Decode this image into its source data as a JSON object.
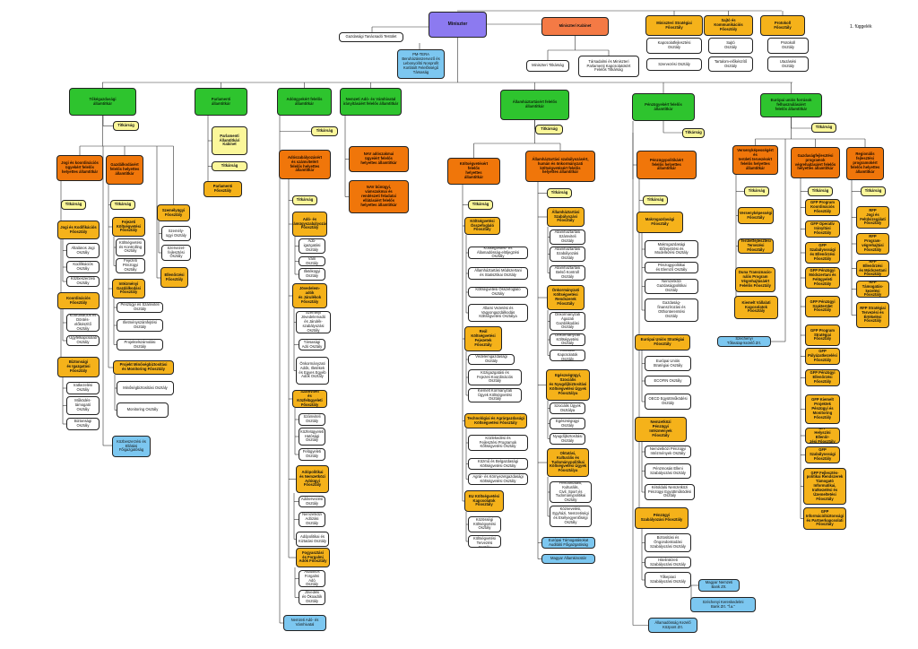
{
  "page_note": "1. függelék",
  "nodes": [
    {
      "id": "miniszter",
      "text": "Miniszter",
      "cls": "purple"
    },
    {
      "id": "kabinet",
      "text": "Miniszteri Kabinet",
      "cls": "red"
    },
    {
      "id": "strat",
      "text": "Miniszteri Stratégiai\nFőosztály",
      "cls": "gold"
    },
    {
      "id": "sajto",
      "text": "Sajtó és Kommunikációs\nFőosztály",
      "cls": "gold"
    },
    {
      "id": "protokoll",
      "text": "Protokoll\nFőosztály",
      "cls": "gold"
    },
    {
      "id": "gtt",
      "text": "Gazdasági Tanácsadó Testület",
      "cls": "white"
    },
    {
      "id": "pmtera",
      "text": "PM-TERA\nBeruházásszervező és\nLebonyolító Nonprofit\nKorlátolt Felelősségű\nTársaság",
      "cls": "blue"
    },
    {
      "id": "mtitk",
      "text": "Miniszteri Titkárság",
      "cls": "white"
    },
    {
      "id": "tarsad",
      "text": "Társadalmi és Miniszteri\nParlamenti Kapcsolatokért\nFelelős Titkárság",
      "cls": "white"
    },
    {
      "id": "kapcs",
      "text": "Kapcsolatfejlesztési\nOsztály",
      "cls": "white"
    },
    {
      "id": "szerv",
      "text": "Szervezési Osztály",
      "cls": "white"
    },
    {
      "id": "sajtoo",
      "text": "Sajtó\nOsztály",
      "cls": "white"
    },
    {
      "id": "tartalom",
      "text": "Tartalom-előkészítő\nOsztály",
      "cls": "white"
    },
    {
      "id": "protoo",
      "text": "Protokoll\nOsztály",
      "cls": "white"
    },
    {
      "id": "utazas",
      "text": "Utazásési\nOsztály",
      "cls": "white"
    },
    {
      "id": "c1",
      "text": "Tőkégazdasági\nállamtitkár",
      "cls": "green"
    },
    {
      "id": "c1t",
      "text": "Titkárság",
      "cls": "yellow"
    },
    {
      "id": "c1a",
      "text": "Jogi és koordinációs\nügyekért felelős\nhelyettes államtitkár",
      "cls": "orange"
    },
    {
      "id": "c1a_t",
      "text": "Titkárság",
      "cls": "yellow"
    },
    {
      "id": "c1a1",
      "text": "Jogi és Kodifikációs\nFőosztály",
      "cls": "gold"
    },
    {
      "id": "c1a1a",
      "text": "Általános Jogi\nOsztály",
      "cls": "white"
    },
    {
      "id": "c1a1b",
      "text": "Kodifikációs\nOsztály",
      "cls": "white"
    },
    {
      "id": "c1a1c",
      "text": "Közbeszerzési\nOsztály",
      "cls": "white"
    },
    {
      "id": "c1a2",
      "text": "Koordinációs\nFőosztály",
      "cls": "gold"
    },
    {
      "id": "c1a2a",
      "text": "Koordinációs és\nDöntés-előkészítő\nOsztály",
      "cls": "white"
    },
    {
      "id": "c1a2b",
      "text": "Ügyfélkapcsolati\nOsztály",
      "cls": "white"
    },
    {
      "id": "c1a3",
      "text": "Biztonsági\nés Igazgatási\nFőosztály",
      "cls": "gold"
    },
    {
      "id": "c1a3a",
      "text": "Iratkezelési\nOsztály",
      "cls": "white"
    },
    {
      "id": "c1a3b",
      "text": "Működés-\ntámogató\nOsztály",
      "cls": "white"
    },
    {
      "id": "c1a3c",
      "text": "Biztonsági\nOsztály",
      "cls": "white"
    },
    {
      "id": "c1b",
      "text": "Gazdálkodásért\nfelelős helyettes\nállamtitkár",
      "cls": "orange"
    },
    {
      "id": "c1b_t",
      "text": "Titkárság",
      "cls": "yellow"
    },
    {
      "id": "c1b1",
      "text": "Fejezeti\nKöltségvetési\nFőosztály",
      "cls": "gold"
    },
    {
      "id": "c1b1a",
      "text": "Költségvetési\nés Kontrolling\nOsztály",
      "cls": "white"
    },
    {
      "id": "c1b1b",
      "text": "Fejezeti\nPénzügyi\nOsztály",
      "cls": "white"
    },
    {
      "id": "c1b2",
      "text": "Intézményi\nGazdálkodási\nFőosztály",
      "cls": "gold"
    },
    {
      "id": "c1b2a",
      "text": "Pénzügyi és Számviteli\nOsztály",
      "cls": "white"
    },
    {
      "id": "c1b2b",
      "text": "Illetményszámfejtési\nOsztály",
      "cls": "white"
    },
    {
      "id": "c1b2c",
      "text": "Projektelszámolási\nOsztály",
      "cls": "white"
    },
    {
      "id": "c1b3",
      "text": "Projekt Minőségbiztosítási\nés Monitoring Főosztály",
      "cls": "gold"
    },
    {
      "id": "c1b3a",
      "text": "Minőségbiztosítási Osztály",
      "cls": "white"
    },
    {
      "id": "c1b3b",
      "text": "Monitoring Osztály",
      "cls": "white"
    },
    {
      "id": "c1c",
      "text": "Személyügyi\nFőosztály",
      "cls": "gold"
    },
    {
      "id": "c1c1",
      "text": "Személy-\nügyi Osztály",
      "cls": "white"
    },
    {
      "id": "c1c2",
      "text": "Szervezet-\nfejlesztési\nOsztály",
      "cls": "white"
    },
    {
      "id": "c1d",
      "text": "Ellenőrzési\nFőosztály",
      "cls": "gold"
    },
    {
      "id": "c1e",
      "text": "Közbeszerzési és\nEllátási\nFőigazgatóság",
      "cls": "blue"
    },
    {
      "id": "c2",
      "text": "Parlamenti\nállamtitkár",
      "cls": "green"
    },
    {
      "id": "c2k",
      "text": "Parlamenti\nÁllamtitkári\nKabinet",
      "cls": "yellow"
    },
    {
      "id": "c2t",
      "text": "Titkárság",
      "cls": "yellow"
    },
    {
      "id": "c2f",
      "text": "Parlamenti\nFőosztály",
      "cls": "gold"
    },
    {
      "id": "c3",
      "text": "Adóügyekért felelős\nállamtitkár",
      "cls": "green"
    },
    {
      "id": "c3t",
      "text": "Titkárság",
      "cls": "yellow"
    },
    {
      "id": "c3h",
      "text": "Adószabályozásért\nés számvitelért\nfelelős helyettes\nállamtitkár",
      "cls": "orange"
    },
    {
      "id": "c3h_t",
      "text": "Titkárság",
      "cls": "yellow"
    },
    {
      "id": "c3h1",
      "text": "Adó- és\nVámügyszabályozási\nFőosztály",
      "cls": "gold"
    },
    {
      "id": "c3h1a",
      "text": "Adó-\nigazgatási\nOsztály",
      "cls": "white"
    },
    {
      "id": "c3h1b",
      "text": "Vám\nOsztály",
      "cls": "white"
    },
    {
      "id": "c3h1c",
      "text": "Illetékügyi\nOsztály",
      "cls": "white"
    },
    {
      "id": "c3h2",
      "text": "Jövedelem-\nadók\nés Járulékok\nFőosztály",
      "cls": "gold"
    },
    {
      "id": "c3h2a",
      "text": "Személyi\nJövedelemadó\nés Járulék-\nszabályozási\nOsztály",
      "cls": "white"
    },
    {
      "id": "c3h2b",
      "text": "Társasági\nAdó Osztály",
      "cls": "white"
    },
    {
      "id": "c3h2c",
      "text": "Önkormányzati\nAdók, Illetékek\nés Egyes Egyéb\nAdók Osztály",
      "cls": "white"
    },
    {
      "id": "c3h3",
      "text": "Számviteli\nés Közfelügyeleti\nFőosztály",
      "cls": "gold"
    },
    {
      "id": "c3h3a",
      "text": "Számviteli\nOsztály",
      "cls": "white"
    },
    {
      "id": "c3h3b",
      "text": "Közfelügyeleti\nHatósági\nOsztály",
      "cls": "white"
    },
    {
      "id": "c3h3c",
      "text": "Felügyeleti\nOsztály",
      "cls": "white"
    },
    {
      "id": "c3h4",
      "text": "Adópolitikai\nés Nemzetközi\nAdóügyi\nFőosztály",
      "cls": "gold"
    },
    {
      "id": "c3h4a",
      "text": "Adótervezési\nOsztály",
      "cls": "white"
    },
    {
      "id": "c3h4b",
      "text": "Nemzetközi\nAdózási Osztály",
      "cls": "white"
    },
    {
      "id": "c3h4c",
      "text": "Adópolitikai és\nKiztatási Osztály",
      "cls": "white"
    },
    {
      "id": "c3h5",
      "text": "Fogyasztási\nés Forgalmi\nAdók Főosztály",
      "cls": "gold"
    },
    {
      "id": "c3h5a",
      "text": "Általános\nForgalmi Adó\nOsztály",
      "cls": "white"
    },
    {
      "id": "c3h5b",
      "text": "Jövedéki\nés Ökoadók\nOsztály",
      "cls": "white"
    },
    {
      "id": "c3n",
      "text": "Nemzeti Adó- és\nVámhivatal",
      "cls": "blue"
    },
    {
      "id": "c4",
      "text": "Nemzeti Adó- és Vámhivatal\nirányításáért felelős államtitkár",
      "cls": "green"
    },
    {
      "id": "c4a",
      "text": "NAV adószakmai\nügyeiért felelős\nhelyettes államtitkár",
      "cls": "orange"
    },
    {
      "id": "c4b",
      "text": "NAV bűnügyi,\nvámszakmai és\nrendészeti feladatai\nellátásáért felelős\nhelyettes államtitkár",
      "cls": "orange"
    },
    {
      "id": "c5",
      "text": "Államháztartásért felelős\nállamtitkár",
      "cls": "green"
    },
    {
      "id": "c5t",
      "text": "Titkárság",
      "cls": "yellow"
    },
    {
      "id": "c5a",
      "text": "Költségvetésért\nfelelős\nhelyettes\nállamtitkár",
      "cls": "orange"
    },
    {
      "id": "c5a_t",
      "text": "Titkárság",
      "cls": "yellow"
    },
    {
      "id": "c5a1",
      "text": "Költségvetési\nÖsszefoglaló\nFőosztály",
      "cls": "gold"
    },
    {
      "id": "c5a1a",
      "text": "Költségvetési- és\nÁllamadósság-elöljegzési\nOsztály",
      "cls": "white"
    },
    {
      "id": "c5a1b",
      "text": "Államháztartási Módszertani\nés Statisztikai Osztály",
      "cls": "white"
    },
    {
      "id": "c5a1c",
      "text": "Költségvetési Összefoglaló\nOsztály",
      "cls": "white"
    },
    {
      "id": "c5a1d",
      "text": "Állami Vezetési és\nVagyongazdálkodás\nKöltségvetési Osztálya",
      "cls": "white"
    },
    {
      "id": "c5a2",
      "text": "Reál\nKöltségvetési\nFejezetek\nFőosztály",
      "cls": "gold"
    },
    {
      "id": "c5a2a",
      "text": "Védelemgazdasági\nOsztály",
      "cls": "white"
    },
    {
      "id": "c5a2b",
      "text": "Közigazgatási és\nFejezeti Koordinációs\nOsztály",
      "cls": "white"
    },
    {
      "id": "c5a2c",
      "text": "Kiemelt Kormányzati\nÜgyek Költségvetési\nOsztály",
      "cls": "white"
    },
    {
      "id": "c5a3",
      "text": "Technológiai és Agrárgazdasági\nKöltségvetési Főosztály",
      "cls": "gold"
    },
    {
      "id": "c5a3a",
      "text": "Közlekedési és\nFejlesztési Programok\nKöltségvetési Osztály",
      "cls": "white"
    },
    {
      "id": "c5a3b",
      "text": "Közmű és Belgazdasági\nKöltségvetési Osztály",
      "cls": "white"
    },
    {
      "id": "c5a3c",
      "text": "Agrár- és Környezetgazdasági\nKöltségvetési Osztály",
      "cls": "white"
    },
    {
      "id": "c5a4",
      "text": "EU Költségvetési\nKapcsolatok\nFőosztály",
      "cls": "gold"
    },
    {
      "id": "c5a4a",
      "text": "Közösségi\nKöltségvetési\nOsztály",
      "cls": "white"
    },
    {
      "id": "c5a4b",
      "text": "EU Költségvetési\nTervezési Osztály",
      "cls": "white"
    },
    {
      "id": "c5b",
      "text": "Államháztartási szabályozásért,\nhumán és önkormányzati\nköltségvetésért felelős\nhelyettes államtitkár",
      "cls": "orange"
    },
    {
      "id": "c5b_t",
      "text": "Titkárság",
      "cls": "yellow"
    },
    {
      "id": "c5b1",
      "text": "Államháztartási\nSzabályozási\nFőosztály",
      "cls": "gold"
    },
    {
      "id": "c5b1a",
      "text": "Államháztartási\nSzámviteli\nOsztály",
      "cls": "white"
    },
    {
      "id": "c5b1b",
      "text": "Államháztartási\nSzabályozási\nOsztály",
      "cls": "white"
    },
    {
      "id": "c5b1c",
      "text": "Államháztartási\nBelső Kontroll\nOsztály",
      "cls": "white"
    },
    {
      "id": "c5b2",
      "text": "Önkormányzati\nKöltségvetési\nRendszerek\nFőosztály",
      "cls": "gold"
    },
    {
      "id": "c5b2a",
      "text": "Önkormányzati\nÁgazati\nGazdálkodási\nOsztály",
      "cls": "white"
    },
    {
      "id": "c5b2b",
      "text": "Önkormányzati\nKöltségvetési\nOsztály",
      "cls": "white"
    },
    {
      "id": "c5b2c",
      "text": "Kincstári\nKapcsolatok\nOsztály",
      "cls": "white"
    },
    {
      "id": "c5b3",
      "text": "Egészségügyi, Szociális\nés Nyugdíjbiztosítási\nKöltségvetési Ügyek\nFőosztálya",
      "cls": "gold"
    },
    {
      "id": "c5b3a",
      "text": "Szociális Ügyek\nOsztálya",
      "cls": "white"
    },
    {
      "id": "c5b3b",
      "text": "Egészségügyi\nOsztály",
      "cls": "white"
    },
    {
      "id": "c5b3c",
      "text": "Nyugdíjbiztosítási\nOsztály",
      "cls": "white"
    },
    {
      "id": "c5b4",
      "text": "Oktatási,\nKulturális és\nTudománypolitikai\nKöltségvetési Ügyek\nFőosztálya",
      "cls": "gold"
    },
    {
      "id": "c5b4a",
      "text": "Felsőoktatási, Kulturális,\nCivil, Sport és\nTudománypolitikai\nOsztály",
      "cls": "white"
    },
    {
      "id": "c5b4b",
      "text": "Köznevelési,\nEgyházi, Nemzetiségi\nés Esélyegyenlőségi\nOsztály",
      "cls": "white"
    },
    {
      "id": "c5c",
      "text": "Európai Támogatásokat\nAuditáló Főigazgatóság",
      "cls": "blue"
    },
    {
      "id": "c5d",
      "text": "Magyar Államkincstár",
      "cls": "blue"
    },
    {
      "id": "c6",
      "text": "Pénzügyekért felelős\nállamtitkár",
      "cls": "green"
    },
    {
      "id": "c6t",
      "text": "Titkárság",
      "cls": "yellow"
    },
    {
      "id": "c6a",
      "text": "Pénzügypolitikáért\nfelelős helyettes\nállamtitkár",
      "cls": "orange"
    },
    {
      "id": "c6a_t",
      "text": "Titkárság",
      "cls": "yellow"
    },
    {
      "id": "c6a1",
      "text": "Makrogazdasági\nFőosztály",
      "cls": "gold"
    },
    {
      "id": "c6a1a",
      "text": "Makrogazdasági\nElőrejelzési és\nModellezési Osztály",
      "cls": "white"
    },
    {
      "id": "c6a1b",
      "text": "Pénzügypolitikai\nés Elemző Osztály",
      "cls": "white"
    },
    {
      "id": "c6a1c",
      "text": "Nemzetközi\nGazdaságpolitikai\nOsztály",
      "cls": "white"
    },
    {
      "id": "c6a1d",
      "text": "Gazdaság-\nfinanszírozási és\nOtthonteremtési\nOsztály",
      "cls": "white"
    },
    {
      "id": "c6a2",
      "text": "Európai Uniós Stratégiai\nFőosztály",
      "cls": "gold"
    },
    {
      "id": "c6a2a",
      "text": "Európai Uniós\nStratégiai Osztály",
      "cls": "white"
    },
    {
      "id": "c6a2b",
      "text": "ECOFIN Osztály",
      "cls": "white"
    },
    {
      "id": "c6a2c",
      "text": "OECD Együttműködési\nOsztály",
      "cls": "white"
    },
    {
      "id": "c6a3",
      "text": "Nemzetközi\nPénzügyi\nIntézmények\nFőosztály",
      "cls": "gold"
    },
    {
      "id": "c6a3a",
      "text": "Nemzetközi Pénzügyi\nIntézmények Osztály",
      "cls": "white"
    },
    {
      "id": "c6a3b",
      "text": "Pénzmosás Elleni\nSzabályozási Osztály",
      "cls": "white"
    },
    {
      "id": "c6a3c",
      "text": "Kétoldalú Nemzetközi\nPénzügyi Együttműködési\nOsztály",
      "cls": "white"
    },
    {
      "id": "c6a4",
      "text": "Pénzügyi\nSzabályozási Főosztály",
      "cls": "gold"
    },
    {
      "id": "c6a4a",
      "text": "Biztosítási és\nÖngondoskodási\nSzabályozási Osztály",
      "cls": "white"
    },
    {
      "id": "c6a4b",
      "text": "Hitelintézeti\nSzabályozási Osztály",
      "cls": "white"
    },
    {
      "id": "c6a4c",
      "text": "Tőkepiaci\nSzabályozási Osztály",
      "cls": "white"
    },
    {
      "id": "c6b",
      "text": "Magyar Nemzeti\nBank Zrt.",
      "cls": "blue"
    },
    {
      "id": "c6c",
      "text": "Széchenyi Kereskedelmi\nBank Zrt. \"f.a.\"",
      "cls": "blue"
    },
    {
      "id": "c6d",
      "text": "Államadósság Kezelő\nKözpont Zrt.",
      "cls": "blue"
    },
    {
      "id": "c7",
      "text": "Európai uniós források\nfelhasználásáért\nfelelős államtitkár",
      "cls": "green"
    },
    {
      "id": "c7t",
      "text": "Titkárság",
      "cls": "yellow"
    },
    {
      "id": "c7a",
      "text": "Versenyképességért és\nterületi tervezésért\nfelelős helyettes\nállamtitkár",
      "cls": "orange"
    },
    {
      "id": "c7a_t",
      "text": "Titkárság",
      "cls": "yellow"
    },
    {
      "id": "c7a1",
      "text": "Versenyképességi\nFőosztály",
      "cls": "gold"
    },
    {
      "id": "c7a2",
      "text": "Területfejlesztési\nTervezési Főosztály",
      "cls": "gold"
    },
    {
      "id": "c7a3",
      "text": "Duna Transznacio-\nnális Program\nVégrehajtásáért\nFelelős Főosztály",
      "cls": "gold"
    },
    {
      "id": "c7a4",
      "text": "Kiemelt Vállalati\nKapcsolatok Főosztály",
      "cls": "gold"
    },
    {
      "id": "c7b",
      "text": "Gazdaságfejlesztési\nprogramok\nvégrehajtásáért felelős\nhelyettes államtitkár",
      "cls": "orange"
    },
    {
      "id": "c7b_t",
      "text": "Titkárság",
      "cls": "yellow"
    },
    {
      "id": "c7b1",
      "text": "GFP Program\nKoordinációs\nFőosztály",
      "cls": "gold"
    },
    {
      "id": "c7b2",
      "text": "GFP Operatív\nIrányítási\nFőosztály",
      "cls": "gold"
    },
    {
      "id": "c7b3",
      "text": "GFP\nSzabályossági\nés Ellenőrzési\nFőosztály",
      "cls": "gold"
    },
    {
      "id": "c7b4",
      "text": "GFP Pénzügyi\nMódszertani és\nFelügyeleti\nFőosztály",
      "cls": "gold"
    },
    {
      "id": "c7b5",
      "text": "GFP Pénzügyi\nSzakterület\nFőosztály",
      "cls": "gold"
    },
    {
      "id": "c7b6",
      "text": "GFP Program\nStratégiai\nFőosztály",
      "cls": "gold"
    },
    {
      "id": "c7b7",
      "text": "GFP\nPályázatkezelési\nFőosztály",
      "cls": "gold"
    },
    {
      "id": "c7b8",
      "text": "GFP Pénzügyi\nEllenőrzési\nFőosztály",
      "cls": "gold"
    },
    {
      "id": "c7b9",
      "text": "GFP Kiemelt\nProjektek\nPénzügyi és\nMonitoring\nFőosztály",
      "cls": "gold"
    },
    {
      "id": "c7b10",
      "text": "GFP\nHelyszíni Ellenőr-\nzési Főosztály",
      "cls": "gold"
    },
    {
      "id": "c7b11",
      "text": "GFP\nSzabályossági\nFőosztály",
      "cls": "gold"
    },
    {
      "id": "c7b12",
      "text": "GFP Fejlesztés-\npolitikai Rendszerek\nTámogató Informatikai,\nIratkezelési és\nÜzemeltetési Főosztály",
      "cls": "gold"
    },
    {
      "id": "c7b13",
      "text": "GFP\nInformációbiztonsági\nés Partnerkapcsolati\nFőosztály",
      "cls": "gold"
    },
    {
      "id": "c7c",
      "text": "Regionális fejlesztési\nprogramokért\nfelelős helyettes\nállamtitkár",
      "cls": "orange"
    },
    {
      "id": "c7c_t",
      "text": "Titkárság",
      "cls": "yellow"
    },
    {
      "id": "c7c1",
      "text": "RFP\nJogi és\nFelülvizsgálati\nFőosztály",
      "cls": "gold"
    },
    {
      "id": "c7c2",
      "text": "RFP\nProgram-\nvégrehajtási\nFőosztály",
      "cls": "gold"
    },
    {
      "id": "c7c3",
      "text": "RFP Ellenőrzési\nés Módszertani\nFőosztály",
      "cls": "gold"
    },
    {
      "id": "c7c4",
      "text": "RFP Támogatás-\nkezelési\nFőosztály",
      "cls": "gold"
    },
    {
      "id": "c7c5",
      "text": "RFP Stratégiai\nTervezési és\nÉrtékelési\nFőosztály",
      "cls": "gold"
    },
    {
      "id": "c7d",
      "text": "Széchenyi\nTőkealap-kezelő Zrt.",
      "cls": "blue"
    }
  ]
}
